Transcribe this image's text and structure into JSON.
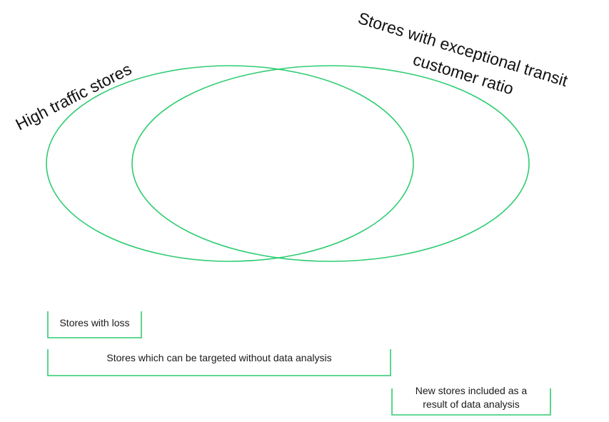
{
  "colors": {
    "outline": "#2ecc71",
    "text": "#111111"
  },
  "sets": {
    "left_label": "High traffic stores",
    "right_label_line1": "Stores with exceptional transit",
    "right_label_line2": "customer ratio"
  },
  "brackets": {
    "loss": "Stores with loss",
    "targeted": "Stores which can be targeted without data analysis",
    "new_line1": "New stores included as a",
    "new_line2": "result of data analysis"
  }
}
